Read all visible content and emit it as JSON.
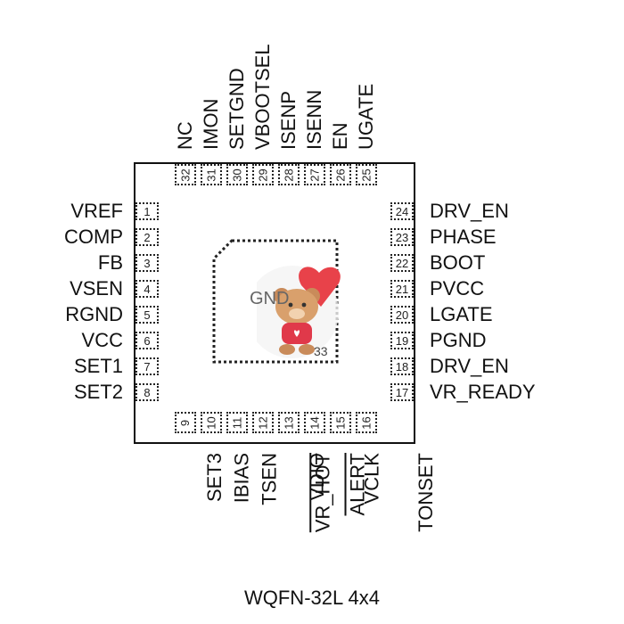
{
  "package_label": "WQFN-32L 4x4",
  "ground_label": "GND",
  "exposed_pad_number": "33",
  "pins_left": [
    {
      "num": "1",
      "name": "VREF"
    },
    {
      "num": "2",
      "name": "COMP"
    },
    {
      "num": "3",
      "name": "FB"
    },
    {
      "num": "4",
      "name": "VSEN"
    },
    {
      "num": "5",
      "name": "RGND"
    },
    {
      "num": "6",
      "name": "VCC"
    },
    {
      "num": "7",
      "name": "SET1"
    },
    {
      "num": "8",
      "name": "SET2"
    }
  ],
  "pins_bottom": [
    {
      "num": "9",
      "name": "SET3"
    },
    {
      "num": "10",
      "name": "IBIAS"
    },
    {
      "num": "11",
      "name": "TSEN"
    },
    {
      "num": "12",
      "name": "VR_HOT"
    },
    {
      "num": "13",
      "name": "VDIO"
    },
    {
      "num": "14",
      "name": "ALERT"
    },
    {
      "num": "15",
      "name": "VCLK"
    },
    {
      "num": "16",
      "name": "TONSET"
    }
  ],
  "pins_right": [
    {
      "num": "24",
      "name": "DRV_EN"
    },
    {
      "num": "23",
      "name": "PHASE"
    },
    {
      "num": "22",
      "name": "BOOT"
    },
    {
      "num": "21",
      "name": "PVCC"
    },
    {
      "num": "20",
      "name": "LGATE"
    },
    {
      "num": "19",
      "name": "PGND"
    },
    {
      "num": "18",
      "name": "DRV_EN"
    },
    {
      "num": "17",
      "name": "VR_READY"
    }
  ],
  "pins_top": [
    {
      "num": "32",
      "name": "NC"
    },
    {
      "num": "31",
      "name": "IMON"
    },
    {
      "num": "30",
      "name": "SETGND"
    },
    {
      "num": "29",
      "name": "VBOOTSEL"
    },
    {
      "num": "28",
      "name": "ISENP"
    },
    {
      "num": "27",
      "name": "ISENN"
    },
    {
      "num": "26",
      "name": "EN"
    },
    {
      "num": "25",
      "name": "UGATE"
    }
  ],
  "overlined_pins": [
    "VR_HOT",
    "ALERT"
  ],
  "watermark_icon": "teddy-bear-with-heart-icon",
  "colors": {
    "outline": "#111111",
    "heart": "#e8424a",
    "bear": "#c98b5a",
    "shirt": "#e0394a"
  }
}
